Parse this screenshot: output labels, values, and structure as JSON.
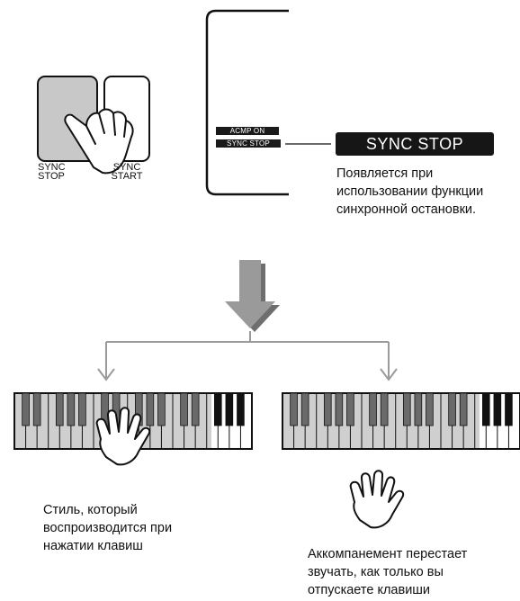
{
  "buttons": {
    "sync_stop_label": "SYNC\nSTOP",
    "sync_start_label": "SYNC\nSTART"
  },
  "display": {
    "indicator_acmp": "ACMP ON",
    "indicator_sync": "SYNC STOP"
  },
  "callout": {
    "badge": "SYNC STOP",
    "description": "Появляется при\nиспользовании функции\nсинхронной остановки."
  },
  "left_panel": {
    "caption": "Стиль, который\nвоспроизводится при\nнажатии клавиш"
  },
  "right_panel": {
    "caption": "Аккомпанемент перестает\nзвучать, как только вы\nотпускаете клавиши"
  },
  "colors": {
    "button_pressed": "#c8c8c8",
    "arrow": "#8c8c8c",
    "keyboard_shade": "#cfcfcf",
    "connector": "#9a9a9a"
  },
  "icons": [
    "pointing-hand-icon",
    "open-hand-icon",
    "down-arrow-icon"
  ]
}
